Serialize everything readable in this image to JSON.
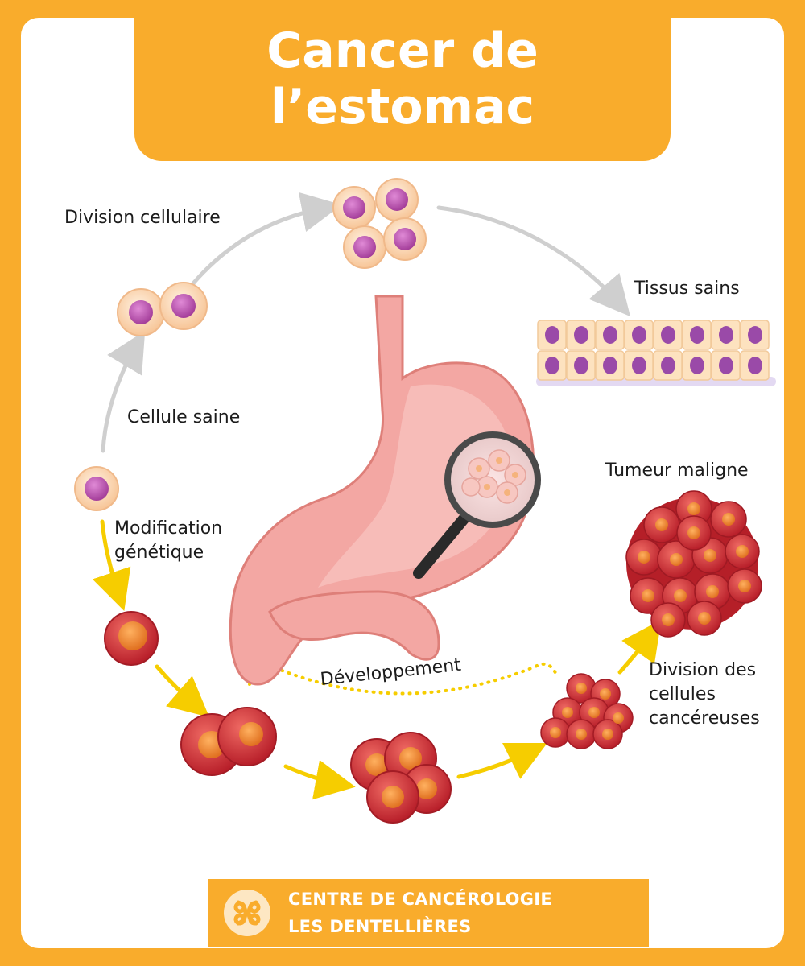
{
  "title": {
    "line1": "Cancer de",
    "line2": "l’estomac"
  },
  "labels": {
    "division_cellulaire": "Division cellulaire",
    "tissus_sains": "Tissus sains",
    "cellule_saine": "Cellule saine",
    "modification_line1": "Modification",
    "modification_line2": "génétique",
    "tumeur_maligne": "Tumeur maligne",
    "developpement": "Développement",
    "division_cancer_line1": "Division des",
    "division_cancer_line2": "cellules",
    "division_cancer_line3": "cancéreuses"
  },
  "footer": {
    "line1": "CENTRE DE CANCÉROLOGIE",
    "line2": "LES DENTELLIÈRES"
  },
  "colors": {
    "brand_orange": "#f9ac2c",
    "healthy_cell": "#fbd6b2",
    "healthy_nucleus": "#c05ab4",
    "cancer_cell": "#d8353a",
    "cancer_nucleus": "#f08a2d",
    "stomach": "#f0a3a0",
    "yellow_arrow": "#f6cd00",
    "grey_arrow": "#cfcfcf"
  }
}
